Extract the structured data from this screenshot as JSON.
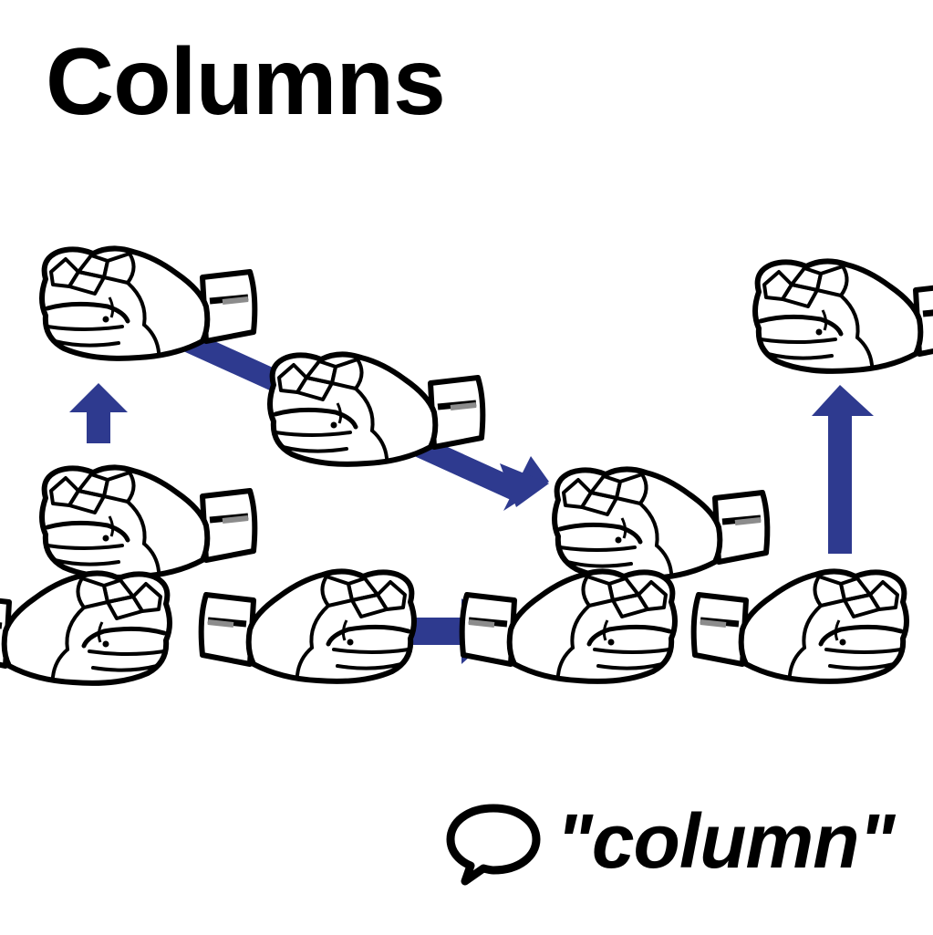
{
  "title": "Columns",
  "caption": {
    "word": "\"column\"",
    "icon": "speech-bubble-icon"
  },
  "colors": {
    "ink": "#000000",
    "arrow": "#2e3a8f",
    "skin": "#ffffff",
    "shade": "#8c8c8c"
  },
  "signs": {
    "handshape": "fist",
    "count": 9
  }
}
